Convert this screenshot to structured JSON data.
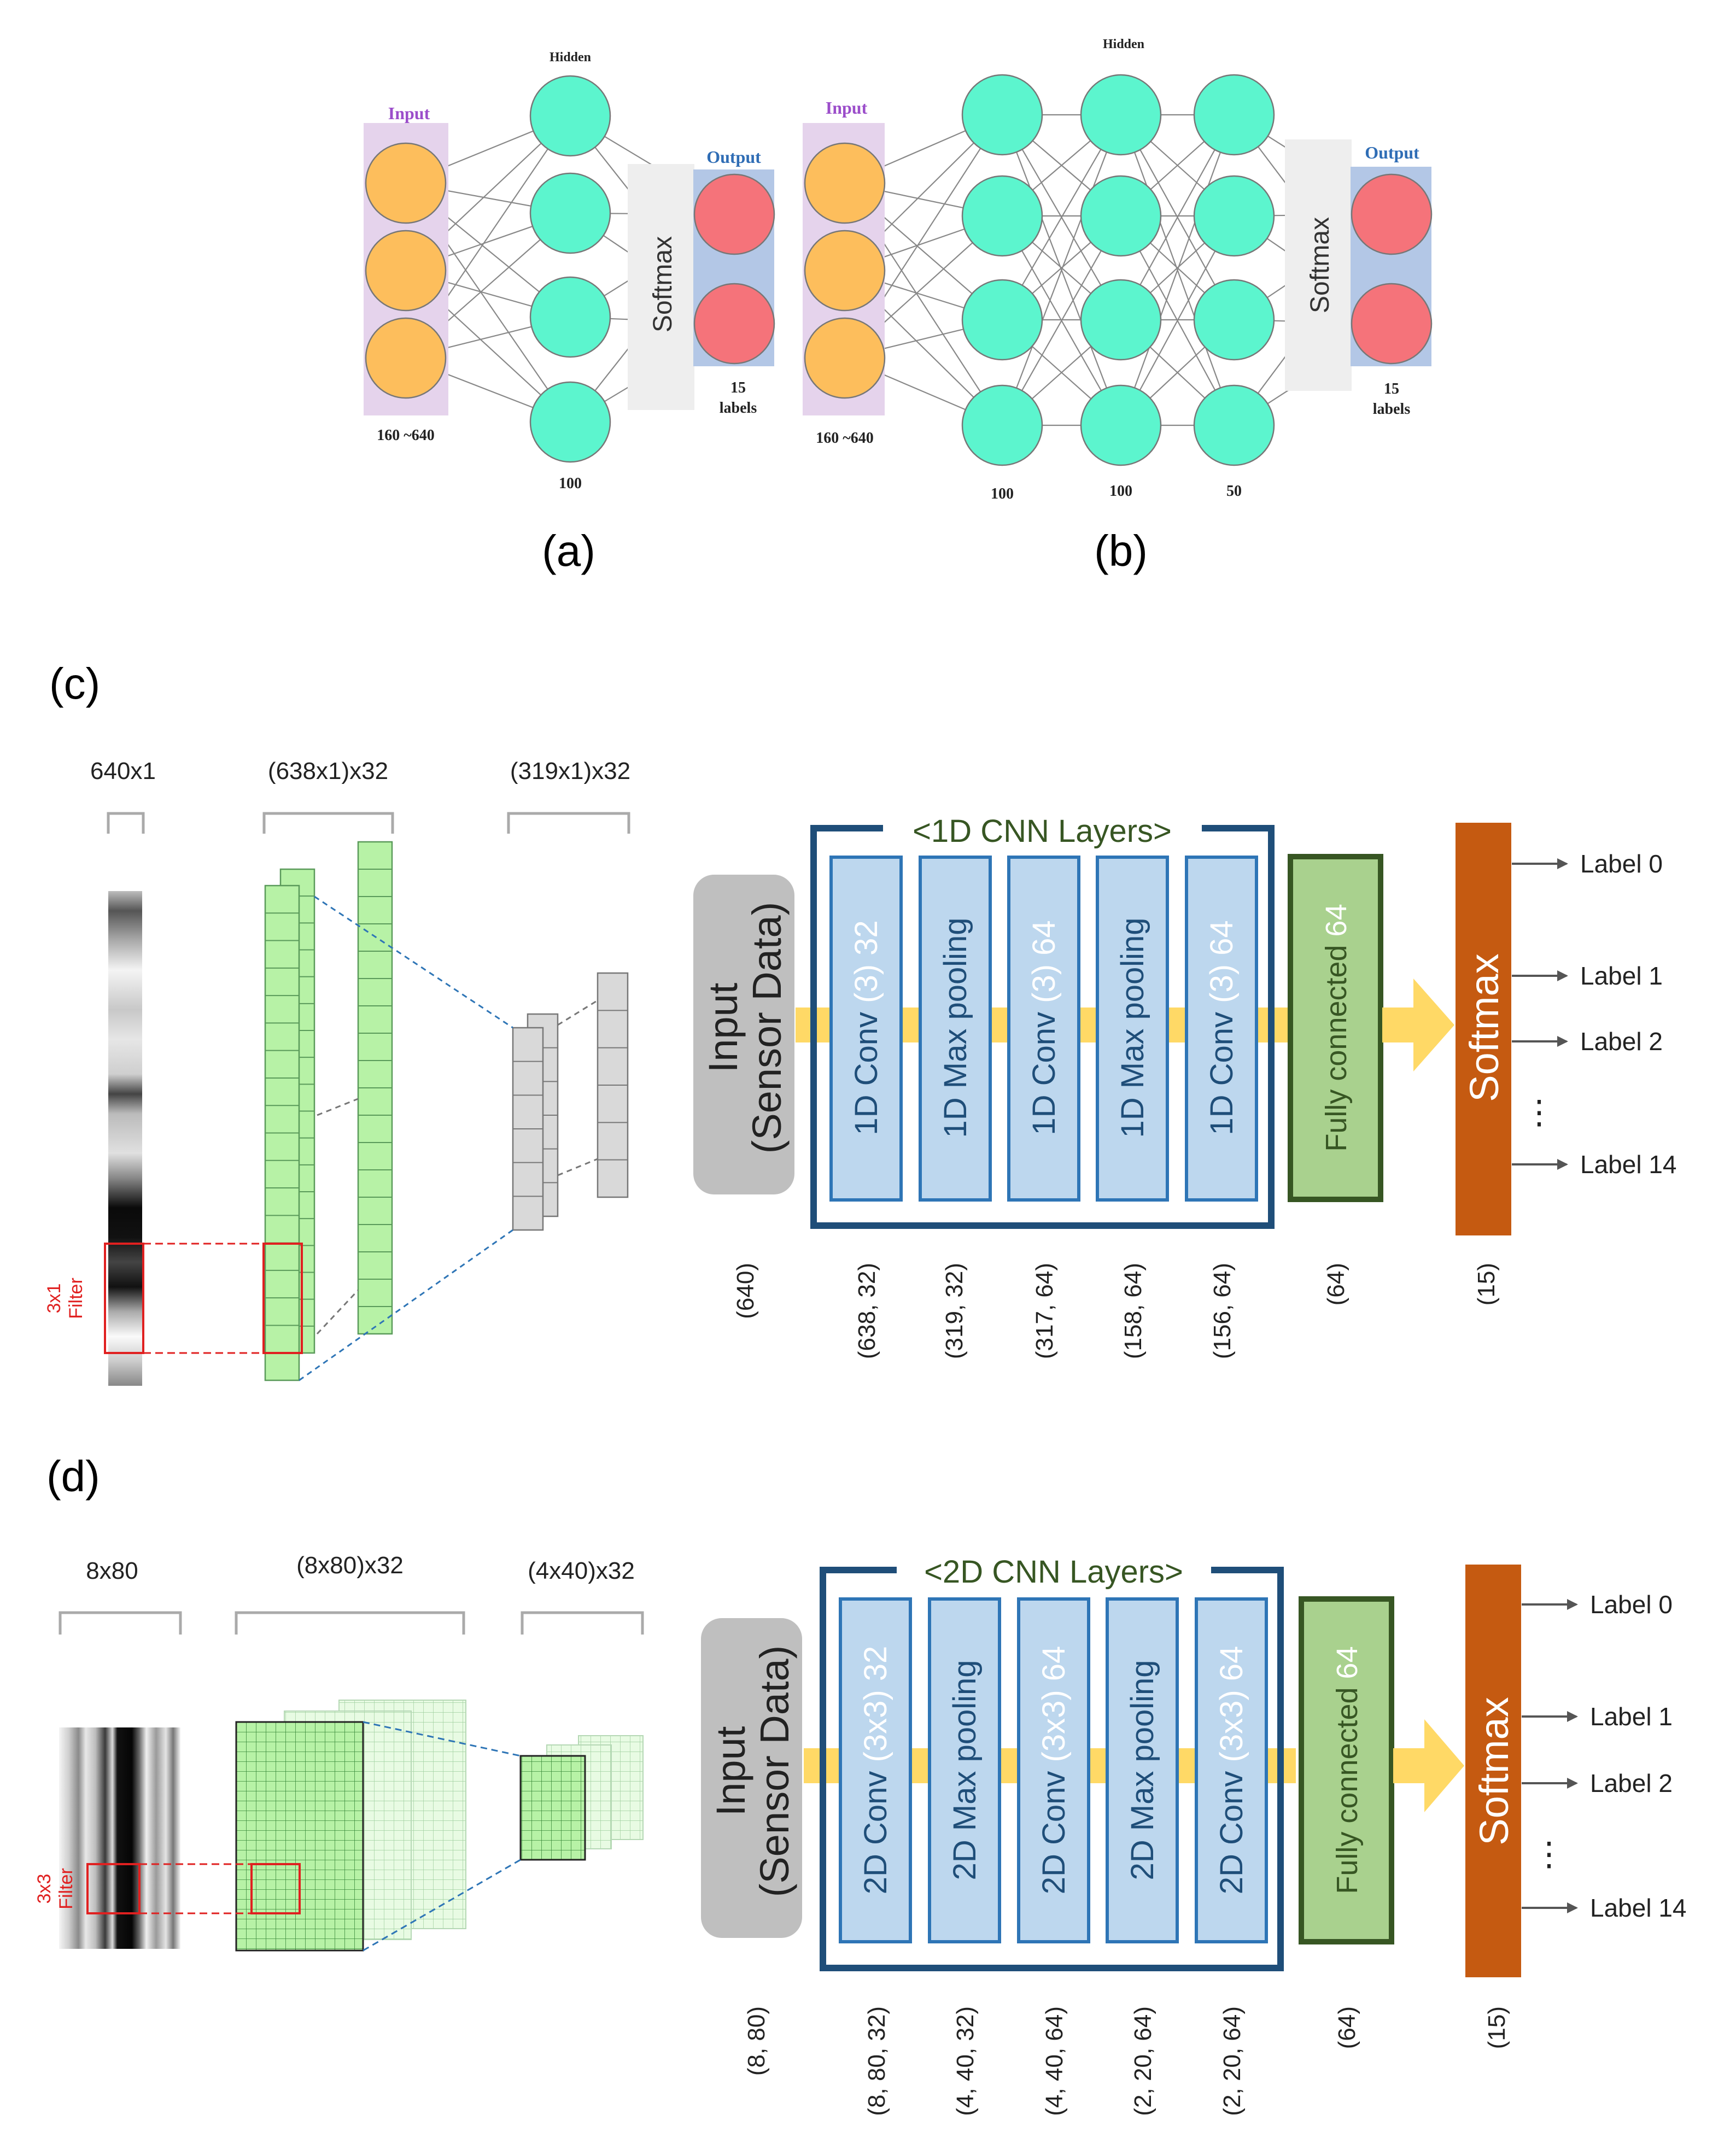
{
  "colors": {
    "input_node": "#FDBE5C",
    "hidden_node": "#5CF5CE",
    "output_node": "#F5737A",
    "input_bg": "#E5D3EC",
    "output_bg": "#B3C7E6",
    "softmax_bg": "#EEEEEE",
    "conv_block": "#BDD7EE",
    "conv_border": "#2E75B6",
    "cnn_frame": "#1F4E79",
    "fc_fill": "#A9D18E",
    "fc_border": "#375623",
    "softmax_block": "#C55A11",
    "input_block": "#BFBFBF",
    "arrow_yellow": "#FFD966",
    "feature_map": "#B7F2A6",
    "filter_red": "#E02020"
  },
  "panel_a": {
    "caption": "(a)",
    "input_label": "Input",
    "hidden_label": "Hidden",
    "output_label": "Output",
    "softmax_label": "Softmax",
    "input_size": "160 ~640",
    "hidden_sizes": [
      "100"
    ],
    "output_count": "15",
    "output_unit": "labels"
  },
  "panel_b": {
    "caption": "(b)",
    "input_label": "Input",
    "hidden_label": "Hidden",
    "output_label": "Output",
    "softmax_label": "Softmax",
    "input_size": "160 ~640",
    "hidden_sizes": [
      "100",
      "100",
      "50"
    ],
    "output_count": "15",
    "output_unit": "labels"
  },
  "panel_c": {
    "caption": "(c)",
    "feature_sizes": [
      "640x1",
      "(638x1)x32",
      "(319x1)x32"
    ],
    "filter_label_1": "3x1",
    "filter_label_2": "Filter",
    "frame_title": "<1D CNN Layers>",
    "input_line1": "Input",
    "input_line2": "(Sensor Data)",
    "layers": [
      {
        "main": "1D Conv ",
        "accent": "(3) 32"
      },
      {
        "main": "1D Max pooling",
        "accent": ""
      },
      {
        "main": "1D Conv ",
        "accent": "(3) 64"
      },
      {
        "main": "1D Max pooling",
        "accent": ""
      },
      {
        "main": "1D Conv ",
        "accent": "(3) 64"
      }
    ],
    "fc": {
      "main": "Fully connected ",
      "accent": "64"
    },
    "softmax": "Softmax",
    "labels": [
      "Label 0",
      "Label 1",
      "Label 2",
      "Label 14"
    ],
    "ellipsis": "⋮",
    "shapes": [
      "(640)",
      "(638, 32)",
      "(319, 32)",
      "(317, 64)",
      "(158, 64)",
      "(156, 64)",
      "(64)",
      "(15)"
    ]
  },
  "panel_d": {
    "caption": "(d)",
    "feature_sizes": [
      "8x80",
      "(8x80)x32",
      "(4x40)x32"
    ],
    "filter_label_1": "3x3",
    "filter_label_2": "Filter",
    "frame_title": "<2D CNN Layers>",
    "input_line1": "Input",
    "input_line2": "(Sensor Data)",
    "layers": [
      {
        "main": "2D Conv ",
        "accent": "(3x3) 32"
      },
      {
        "main": "2D Max pooling",
        "accent": ""
      },
      {
        "main": "2D Conv ",
        "accent": "(3x3) 64"
      },
      {
        "main": "2D Max pooling",
        "accent": ""
      },
      {
        "main": "2D Conv ",
        "accent": "(3x3) 64"
      }
    ],
    "fc": {
      "main": "Fully connected ",
      "accent": "64"
    },
    "softmax": "Softmax",
    "labels": [
      "Label 0",
      "Label 1",
      "Label 2",
      "Label 14"
    ],
    "ellipsis": "⋮",
    "shapes": [
      "(8, 80)",
      "(8, 80, 32)",
      "(4, 40, 32)",
      "(4, 40, 64)",
      "(2, 20, 64)",
      "(2, 20, 64)",
      "(64)",
      "(15)"
    ]
  }
}
